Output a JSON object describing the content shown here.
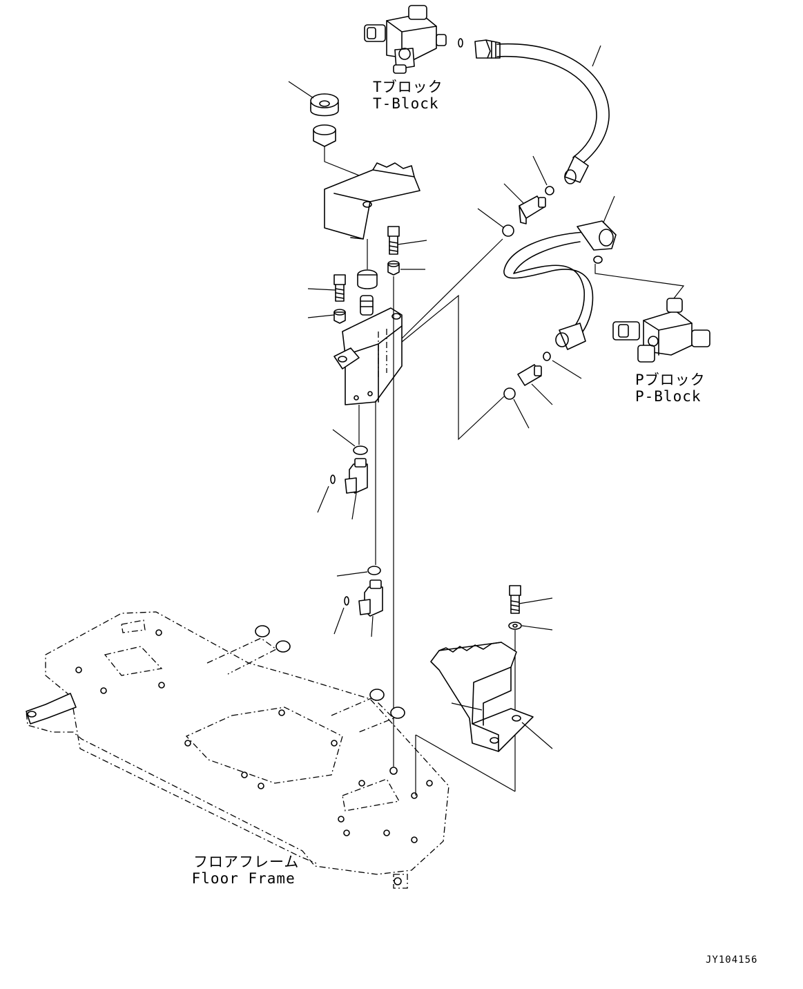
{
  "labels": {
    "t_block": {
      "jp": "Tブロック",
      "en": "T-Block"
    },
    "p_block": {
      "jp": "Pブロック",
      "en": "P-Block"
    },
    "floor_frame": {
      "jp": "フロアフレーム",
      "en": "Floor Frame"
    }
  },
  "drawing_code": "JY104156"
}
